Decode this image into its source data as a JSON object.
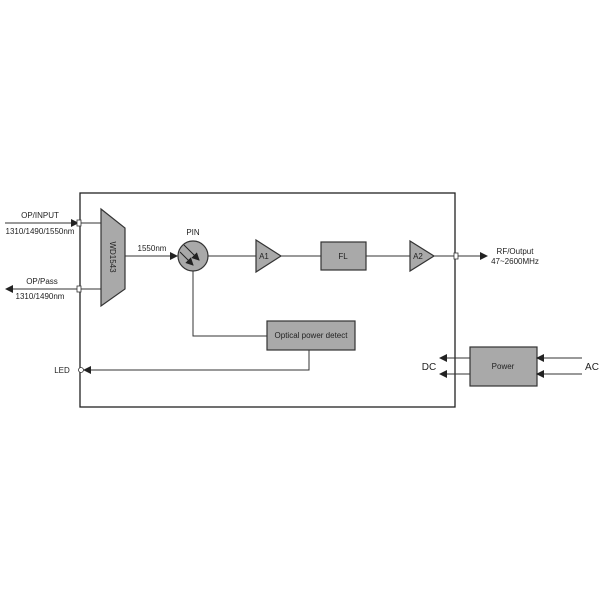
{
  "diagram": {
    "inputs": {
      "op_input": "OP/INPUT",
      "op_input_wavelengths": "1310/1490/1550nm",
      "op_pass": "OP/Pass",
      "op_pass_wavelengths": "1310/1490nm"
    },
    "wdm_label": "WD1543",
    "signal_wavelength": "1550nm",
    "pin_label": "PIN",
    "amp1_label": "A1",
    "filter_label": "FL",
    "amp2_label": "A2",
    "rf_output": {
      "label": "RF/Output",
      "range": "47~2600MHz"
    },
    "detector_label": "Optical power detect",
    "led_label": "LED",
    "power_label": "Power",
    "dc_label": "DC",
    "ac_label": "AC"
  }
}
